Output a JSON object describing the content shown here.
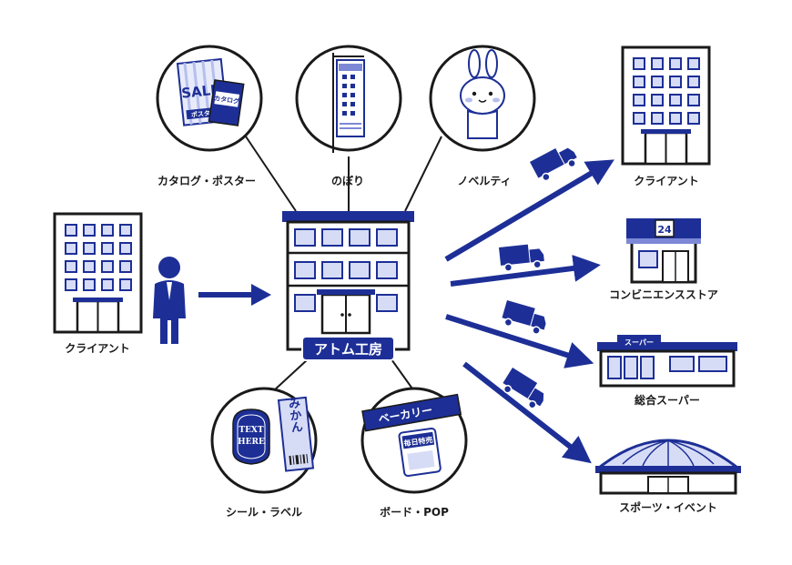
{
  "colors": {
    "navy": "#1d2f96",
    "light": "#d7dcf6",
    "mid": "#7d89d6",
    "ink": "#1a1a1a",
    "white": "#ffffff"
  },
  "center": {
    "sign": "アトム工房"
  },
  "left": {
    "label": "クライアント"
  },
  "products": {
    "catalog": {
      "label": "カタログ・ポスター",
      "sale_text": "SALE",
      "catalog_text": "カタログ",
      "poster_text": "ポスター"
    },
    "nobori": {
      "label": "のぼり"
    },
    "novelty": {
      "label": "ノベルティ"
    },
    "seal": {
      "label": "シール・ラベル",
      "line1": "TEXT",
      "line2": "HERE",
      "vertical": "みかん"
    },
    "board": {
      "label": "ボード・POP",
      "banner": "ベーカリー",
      "tag": "毎日特売"
    }
  },
  "destinations": {
    "client": {
      "label": "クライアント"
    },
    "conveni": {
      "label": "コンビニエンスストア",
      "sign": "24"
    },
    "super": {
      "label": "総合スーパー",
      "sign": "スーパー"
    },
    "sports": {
      "label": "スポーツ・イベント"
    }
  },
  "icons": [
    "building-icon",
    "person-icon",
    "arrow-icon",
    "truck-icon",
    "rabbit-icon",
    "store-icon",
    "dome-icon"
  ]
}
